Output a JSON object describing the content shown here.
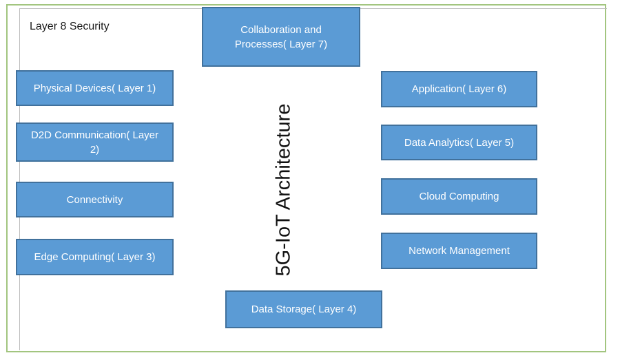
{
  "figure": {
    "corner_label": "Layer 8 Security",
    "center_title": "5G-IoT Architecture"
  },
  "colors": {
    "box_fill": "#5b9bd5",
    "box_border": "#41719c",
    "box_text": "#ffffff",
    "frame_green": "#a2c57f",
    "inner_rule_gray": "#bcbcbc",
    "label_text": "#1c1c1c"
  },
  "boxes": [
    {
      "id": "layer7",
      "label": "Collaboration and\nProcesses( Layer 7)"
    },
    {
      "id": "layer1",
      "label": "Physical Devices( Layer 1)"
    },
    {
      "id": "layer2",
      "label": "D2D Communication( Layer\n2)"
    },
    {
      "id": "connectivity",
      "label": "Connectivity"
    },
    {
      "id": "layer3",
      "label": "Edge Computing( Layer 3)"
    },
    {
      "id": "layer6",
      "label": "Application( Layer 6)"
    },
    {
      "id": "layer5",
      "label": "Data Analytics( Layer 5)"
    },
    {
      "id": "cloud",
      "label": "Cloud Computing"
    },
    {
      "id": "network",
      "label": "Network Management"
    },
    {
      "id": "layer4",
      "label": "Data Storage( Layer 4)"
    }
  ]
}
